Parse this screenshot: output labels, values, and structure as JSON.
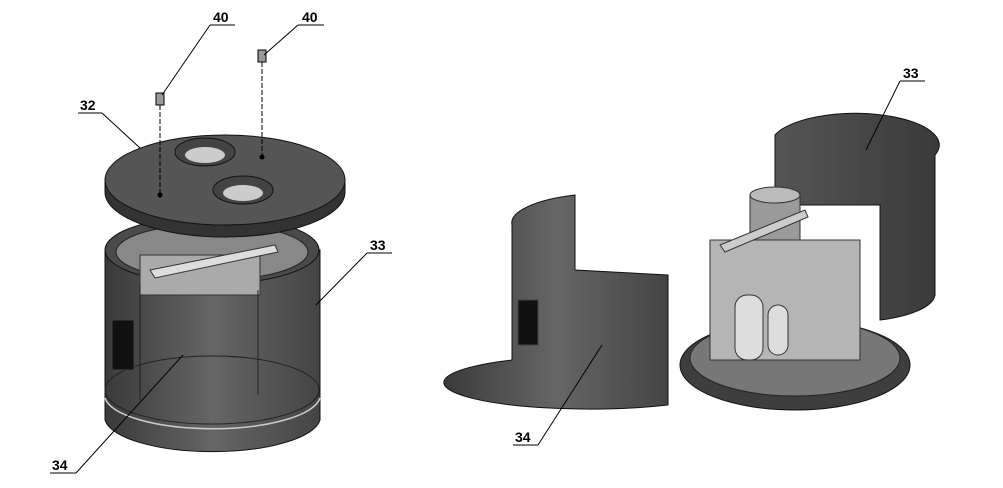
{
  "diagram": {
    "left_view": {
      "callouts": [
        {
          "id": "screw-left",
          "label": "40"
        },
        {
          "id": "screw-right",
          "label": "40"
        },
        {
          "id": "top-cover",
          "label": "32"
        },
        {
          "id": "rear-shell",
          "label": "33"
        },
        {
          "id": "front-shell",
          "label": "34"
        }
      ]
    },
    "right_view": {
      "callouts": [
        {
          "id": "rear-shell",
          "label": "33"
        },
        {
          "id": "front-shell",
          "label": "34"
        }
      ]
    }
  },
  "colors": {
    "body": "#5a5a5a",
    "body_dark": "#3c3c3c",
    "body_light": "#777777",
    "metal": "#c8c8c8"
  }
}
